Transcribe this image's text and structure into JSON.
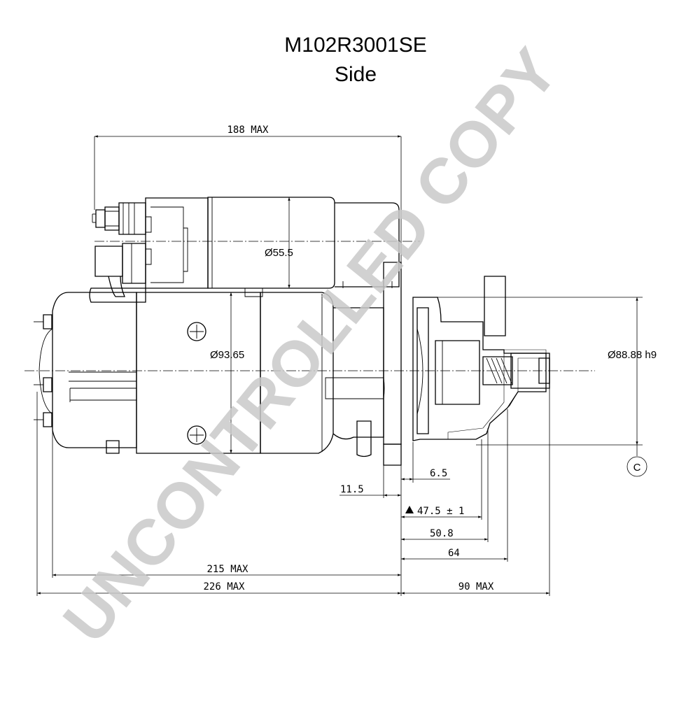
{
  "title": {
    "part_number": "M102R3001SE",
    "view": "Side"
  },
  "dimensions": {
    "overall_solenoid": "188 MAX",
    "solenoid_diameter": "Ø55.5",
    "body_diameter": "Ø93.65",
    "flange_diameter": "Ø88.88 h9",
    "flange_thickness": "11.5",
    "mount_offset": "6.5",
    "pinion_position": "47.5 ± 1",
    "pinion_length": "50.8",
    "pinion_end": "64",
    "body_length": "215 MAX",
    "overall_length": "226 MAX",
    "nose_length": "90 MAX"
  },
  "datum_label": "C",
  "watermark": "UNCONTROLLED COPY"
}
